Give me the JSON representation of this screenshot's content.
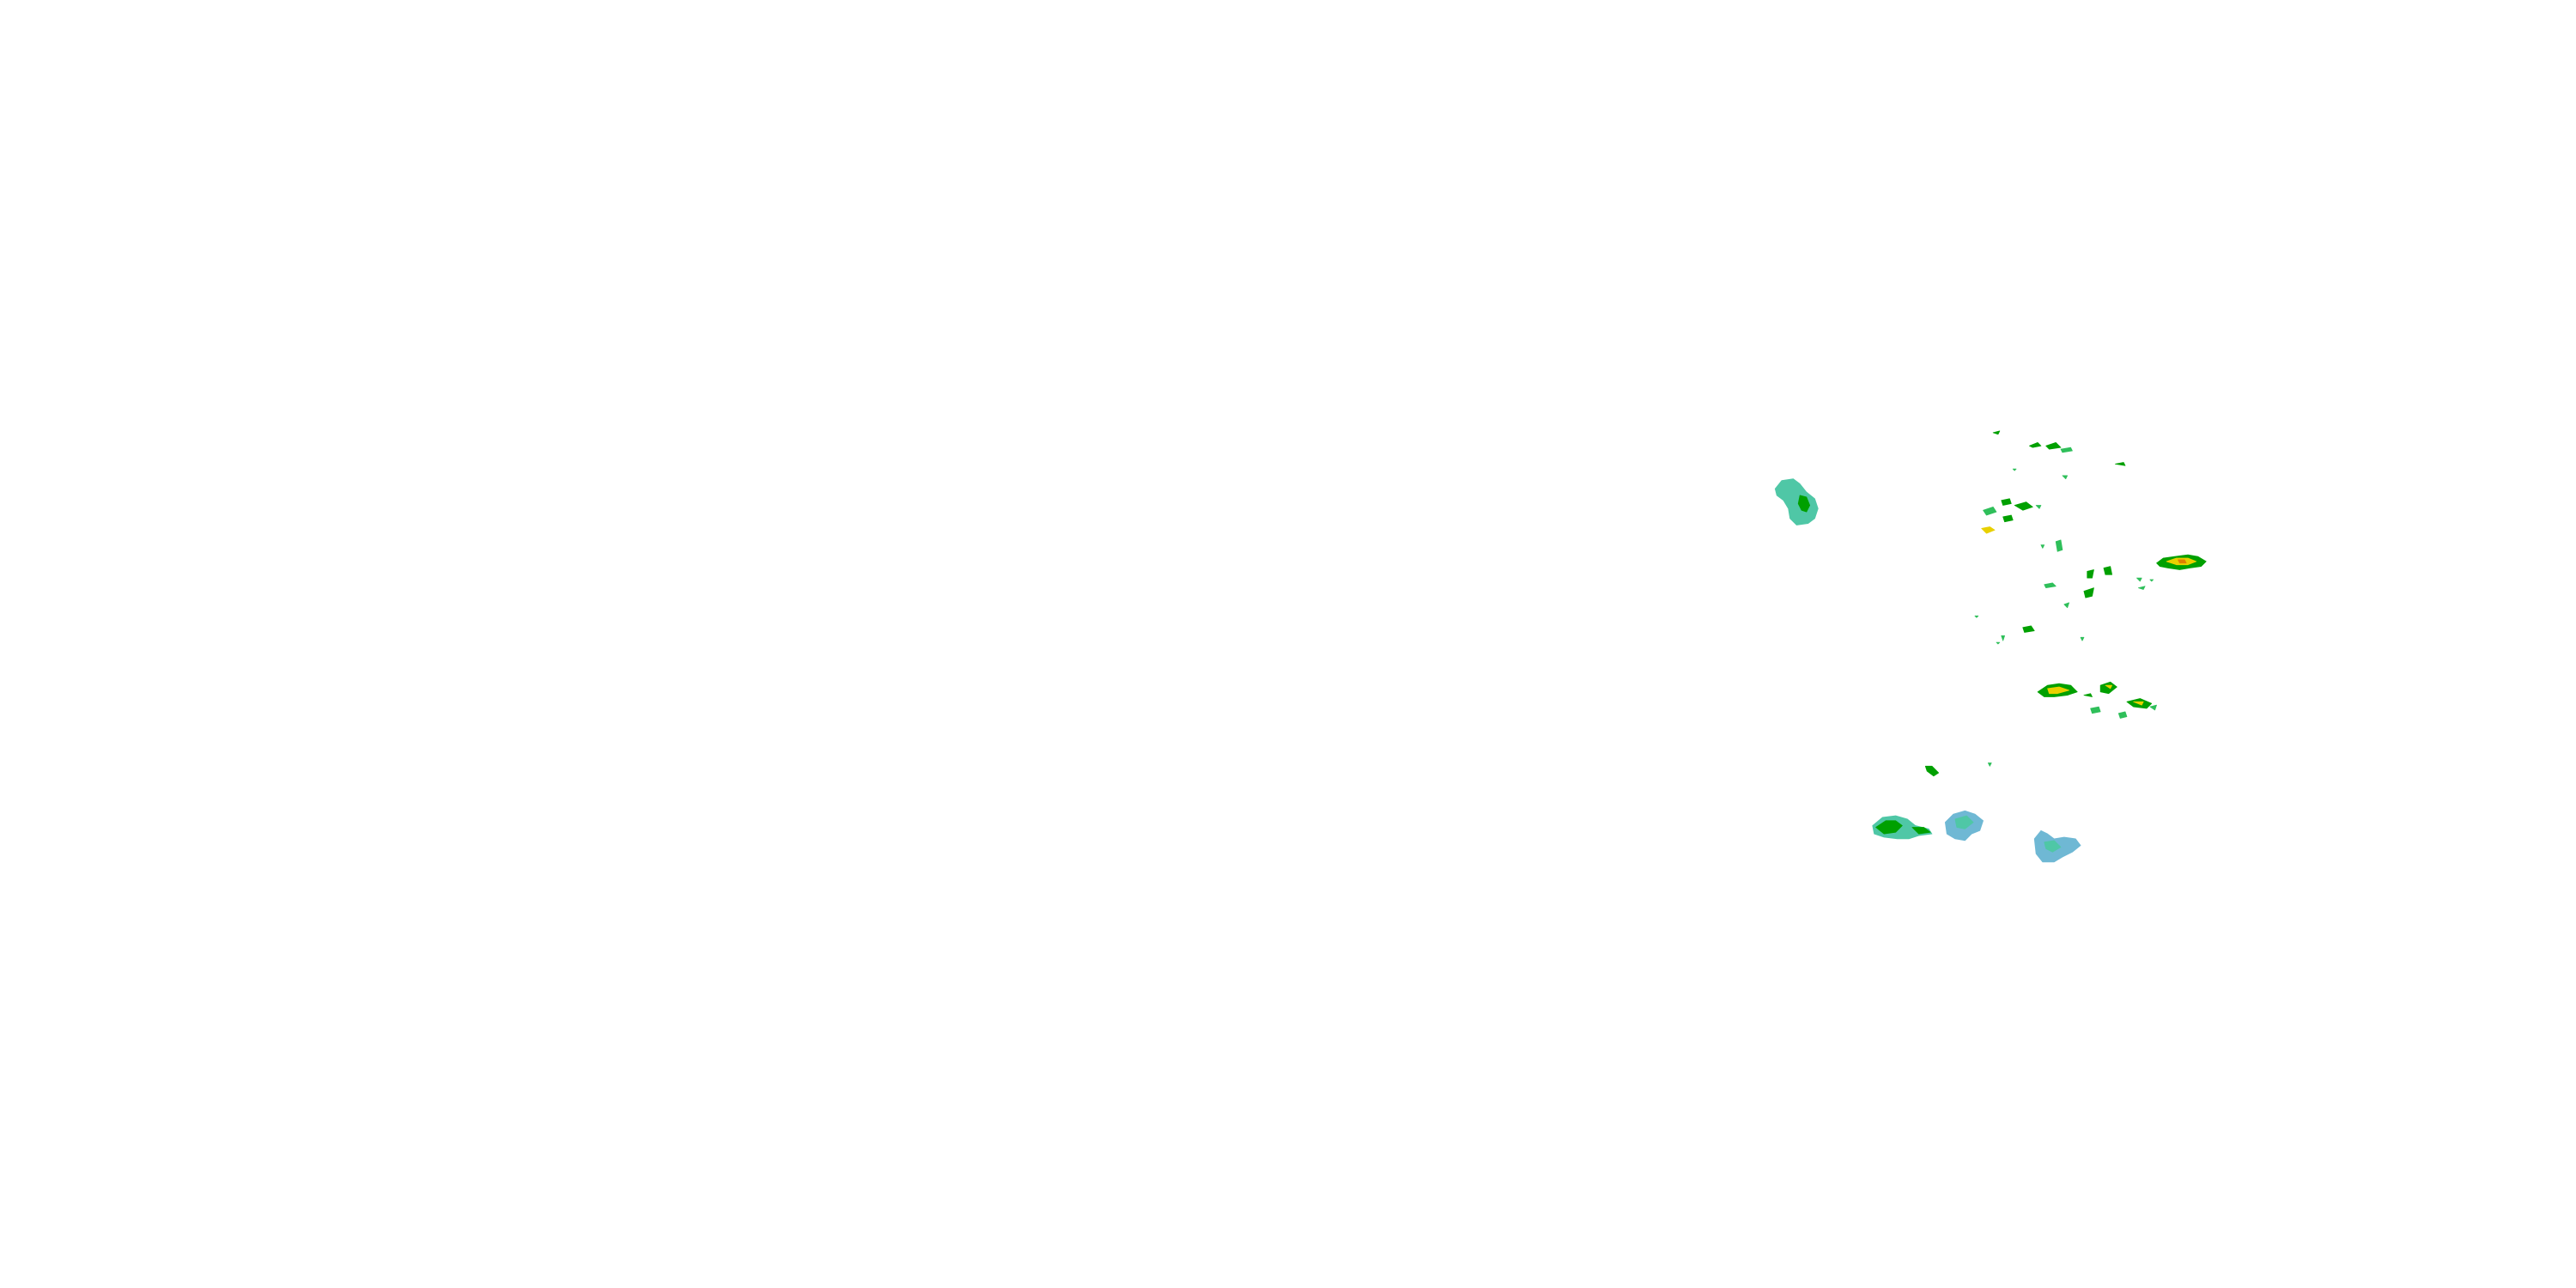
{
  "map": {
    "background_color": "#ffffff",
    "layer": "precipitation-radar-overlay"
  },
  "palette": {
    "light": "#6fb8d4",
    "moderate_light": "#4fc7a6",
    "moderate": "#2fbf5a",
    "heavy": "#00a000",
    "very_heavy": "#e8d000",
    "extreme": "#e08000"
  },
  "echoes": [
    {
      "name": "echo-northwest",
      "intensity": "moderate_light",
      "core": "heavy"
    },
    {
      "name": "echo-north-cluster",
      "intensity": "heavy",
      "core": "moderate"
    },
    {
      "name": "echo-northeast-band",
      "intensity": "very_heavy",
      "core": "extreme"
    },
    {
      "name": "echo-central-scattered",
      "intensity": "moderate",
      "core": "heavy"
    },
    {
      "name": "echo-southeast-band",
      "intensity": "very_heavy",
      "core": "heavy"
    },
    {
      "name": "echo-southwest",
      "intensity": "heavy",
      "core": "moderate"
    },
    {
      "name": "echo-south-center",
      "intensity": "light",
      "core": "moderate_light"
    },
    {
      "name": "echo-south-east",
      "intensity": "light",
      "core": "light"
    }
  ]
}
